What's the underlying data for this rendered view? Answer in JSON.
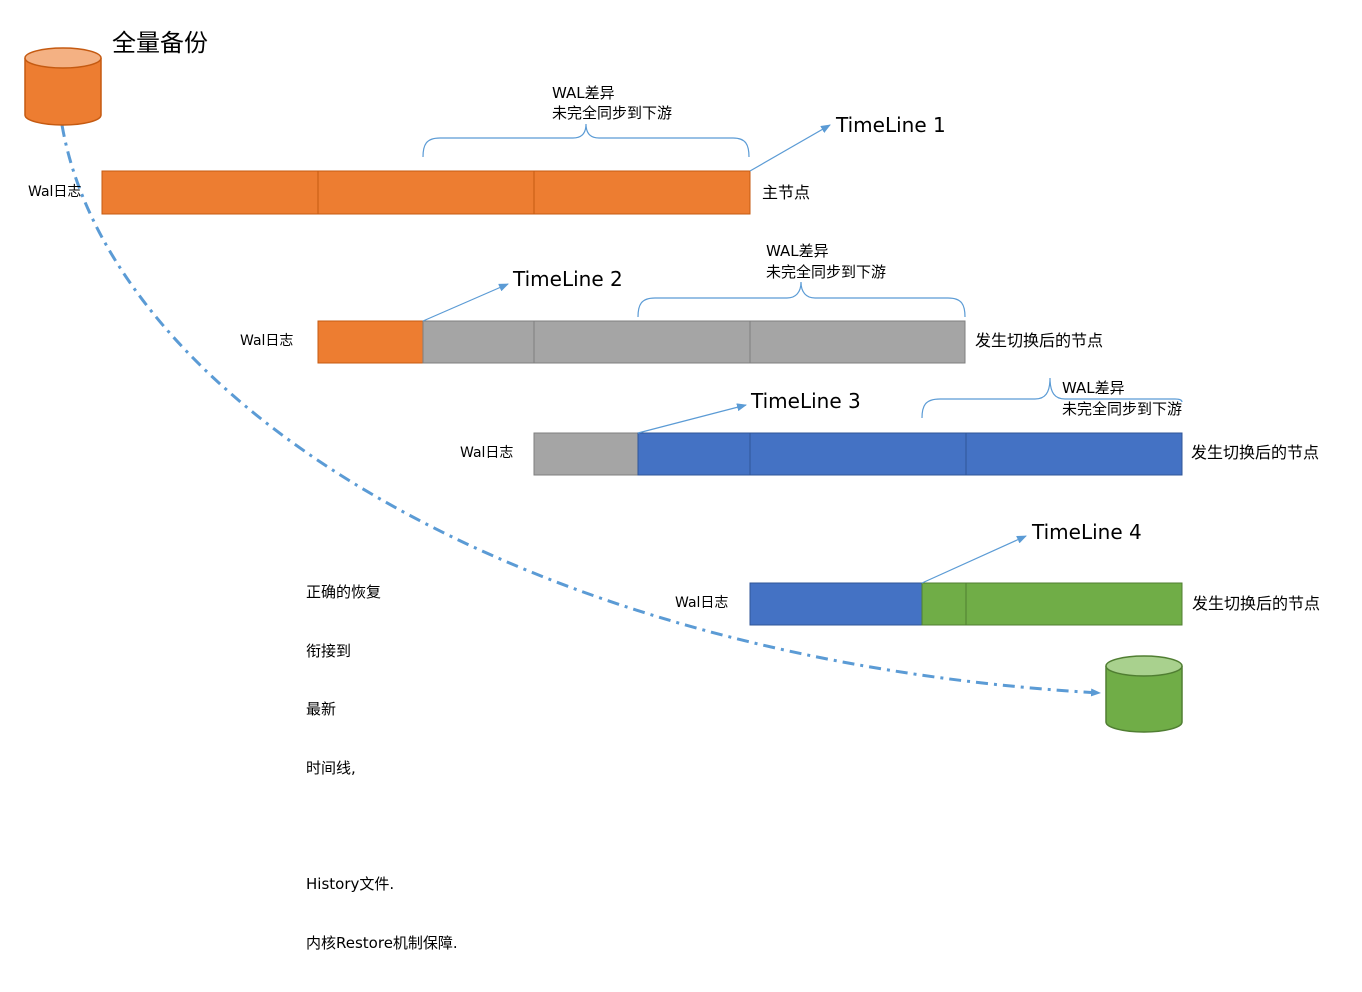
{
  "title": "全量备份",
  "wal_label": "Wal日志",
  "colors": {
    "orange": "#ED7D31",
    "gray": "#A5A5A5",
    "blue": "#4472C4",
    "green": "#70AD47",
    "connector": "#5B9BD5",
    "segment_border": "#7f7f7f"
  },
  "rows": [
    {
      "timeline": "TimeLine 1",
      "node_label": "主节点",
      "segments": [
        "orange",
        "orange",
        "orange"
      ],
      "diff": [
        "WAL差异",
        "未完全同步到下游"
      ]
    },
    {
      "timeline": "TimeLine 2",
      "node_label": "发生切换后的节点",
      "segments": [
        "orange",
        "gray",
        "gray",
        "gray"
      ],
      "diff": [
        "WAL差异",
        "未完全同步到下游"
      ]
    },
    {
      "timeline": "TimeLine 3",
      "node_label": "发生切换后的节点",
      "segments": [
        "gray",
        "blue",
        "blue",
        "blue"
      ],
      "diff": [
        "WAL差异",
        "未完全同步到下游"
      ]
    },
    {
      "timeline": "TimeLine 4",
      "node_label": "发生切换后的节点",
      "segments": [
        "blue",
        "green",
        "green"
      ],
      "diff": []
    }
  ],
  "restore_note": [
    "正确的恢复",
    "衔接到",
    "最新",
    "时间线,",
    "",
    "History文件.",
    "内核Restore机制保障."
  ],
  "icons": [
    "database-icon",
    "database-icon"
  ]
}
